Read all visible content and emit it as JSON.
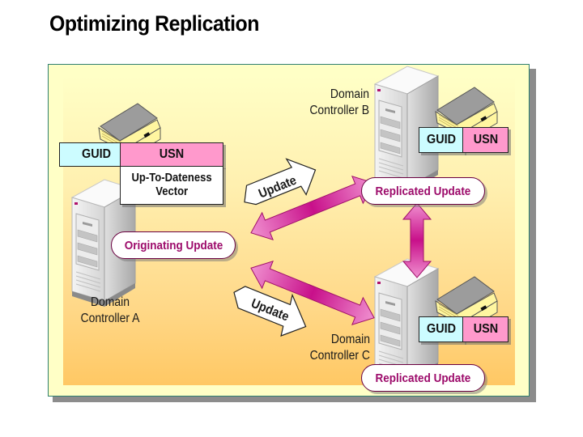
{
  "title": "Optimizing Replication",
  "colors": {
    "panel_outer": "#ffffc6",
    "panel_border": "#2f7f6f",
    "gradient_bottom": "#ffc864",
    "guid_fill": "#ccfcff",
    "usn_fill": "#ff99cc",
    "accent_magenta": "#9c0a6a",
    "arrow_magenta": "#d23aa0"
  },
  "controllers": {
    "a": {
      "label_line1": "Domain",
      "label_line2": "Controller A",
      "icon": "server-tower-icon"
    },
    "b": {
      "label_line1": "Domain",
      "label_line2": "Controller B",
      "icon": "server-tower-icon"
    },
    "c": {
      "label_line1": "Domain",
      "label_line2": "Controller C",
      "icon": "server-tower-icon"
    }
  },
  "vector_table": {
    "guid": "GUID",
    "usn": "USN",
    "caption_line1": "Up-To-Dateness",
    "caption_line2": "Vector"
  },
  "tables": {
    "b": {
      "guid": "GUID",
      "usn": "USN"
    },
    "c": {
      "guid": "GUID",
      "usn": "USN"
    }
  },
  "pills": {
    "originating": "Originating Update",
    "replicated_b": "Replicated Update",
    "replicated_c": "Replicated Update"
  },
  "arrows": {
    "update_top": "Update",
    "update_bottom": "Update",
    "icon_book": "book-icon",
    "icon_double_arrow": "double-arrow-icon"
  }
}
